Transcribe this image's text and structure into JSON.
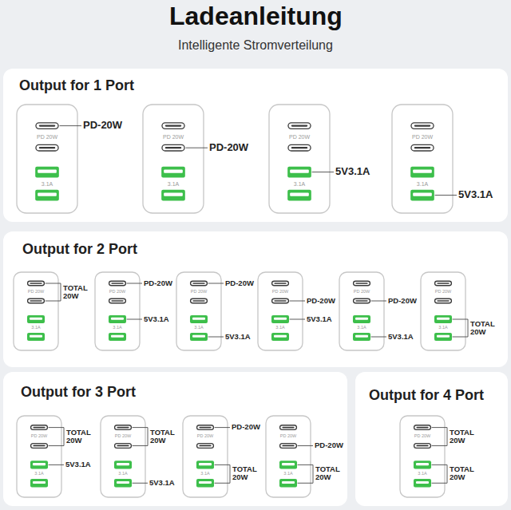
{
  "diagram": {
    "title": "Ladeanleitung",
    "nodes": [
      {
        "text": [
          "Output for 1 Port"
        ]
      },
      {
        "text": [
          "PD 20W",
          "3.1A"
        ],
        "in": 0
      },
      {
        "text": [
          "PD 20W",
          "3.1A"
        ],
        "in": 0
      },
      {
        "text": [
          "PD 20W",
          "3.1A"
        ],
        "in": 0
      },
      {
        "text": [
          "PD 20W",
          "3.1A"
        ],
        "in": 0
      },
      {
        "text": [
          "Output for 2 Port"
        ]
      },
      {
        "text": [
          "PD 20W",
          "3.1A"
        ],
        "in": 5
      },
      {
        "text": [
          "PD 20W",
          "3.1A"
        ],
        "in": 5
      },
      {
        "text": [
          "PD 20W",
          "3.1A"
        ],
        "in": 5
      },
      {
        "text": [
          "PD 20W",
          "3.1A"
        ],
        "in": 5
      },
      {
        "text": [
          "PD 20W",
          "3.1A"
        ],
        "in": 5
      },
      {
        "text": [
          "PD 20W",
          "3.1A"
        ],
        "in": 5
      },
      {
        "text": [
          "Output for 3 Port"
        ]
      },
      {
        "text": [
          "PD 20W",
          "3.1A"
        ],
        "in": 12
      },
      {
        "text": [
          "PD 20W",
          "3.1A"
        ],
        "in": 12
      },
      {
        "text": [
          "PD 20W",
          "3.1A"
        ],
        "in": 12
      },
      {
        "text": [
          "PD 20W",
          "3.1A"
        ],
        "in": 12
      },
      {
        "text": [
          "Output for 4 Port"
        ]
      },
      {
        "text": [
          "PD 20W",
          "3.1A"
        ],
        "in": 17
      }
    ],
    "labels": [
      "Intelligente Stromverteilung",
      "PD-20W",
      "PD-20W",
      "5V3.1A",
      "5V3.1A",
      "TOTAL 20W",
      "PD-20W",
      "5V3.1A",
      "PD-20W",
      "5V3.1A",
      "PD-20W",
      "5V3.1A",
      "PD-20W",
      "5V3.1A",
      "TOTAL 20W",
      "TOTAL 20W",
      "5V3.1A",
      "TOTAL 20W",
      "5V3.1A",
      "PD-20W",
      "TOTAL 20W",
      "PD-20W",
      "TOTAL 20W",
      "TOTAL 20W",
      "TOTAL 20W"
    ]
  }
}
